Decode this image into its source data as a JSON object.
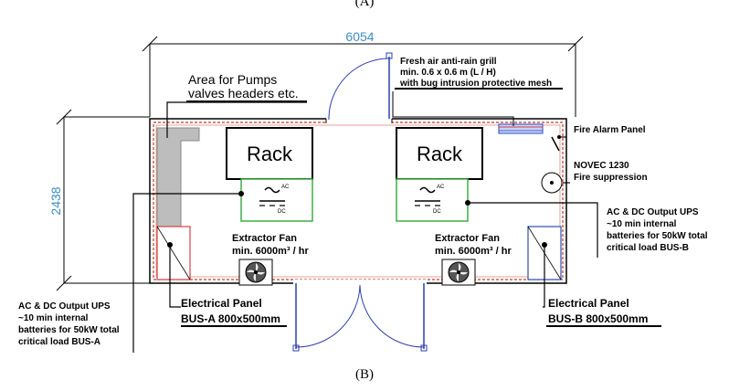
{
  "figure": {
    "top_mark": "(A)",
    "caption": "(B)"
  },
  "dimensions": {
    "width": "6054",
    "height": "2438"
  },
  "racks": [
    {
      "label": "Rack",
      "ups_symbol_top": "AC",
      "ups_symbol_bottom": "DC"
    },
    {
      "label": "Rack",
      "ups_symbol_top": "AC",
      "ups_symbol_bottom": "DC"
    }
  ],
  "callouts": {
    "pumps": [
      "Area for Pumps",
      "valves headers etc."
    ],
    "fresh_air": [
      "Fresh air anti-rain grill",
      "min. 0.6 x 0.6 m (L / H)",
      "with bug intrusion protective mesh"
    ],
    "fire_alarm": "Fire Alarm Panel",
    "novec": [
      "NOVEC 1230",
      "Fire suppression"
    ],
    "ups_b": [
      "AC & DC Output UPS",
      "~10 min internal",
      "batteries for 50kW total",
      "critical load BUS-B"
    ],
    "ups_a": [
      "AC & DC Output UPS",
      "~10 min internal",
      "batteries for 50kW total",
      "critical load BUS-A"
    ],
    "fan_a": [
      "Extractor Fan",
      "min. 6000m³ / hr"
    ],
    "fan_b": [
      "Extractor Fan",
      "min. 6000m³ / hr"
    ],
    "panel_a": [
      "Electrical Panel",
      "BUS-A 800x500mm"
    ],
    "panel_b": [
      "Electrical Panel",
      "BUS-B 800x500mm"
    ]
  },
  "colors": {
    "wall": "#c0392b",
    "ups": "#3cb043",
    "panel": "#d94040",
    "panel_b": "#2d4fb0",
    "door": "#2b3fb5",
    "grill": "#4a63d0",
    "dimension": "#3a8fc7"
  }
}
